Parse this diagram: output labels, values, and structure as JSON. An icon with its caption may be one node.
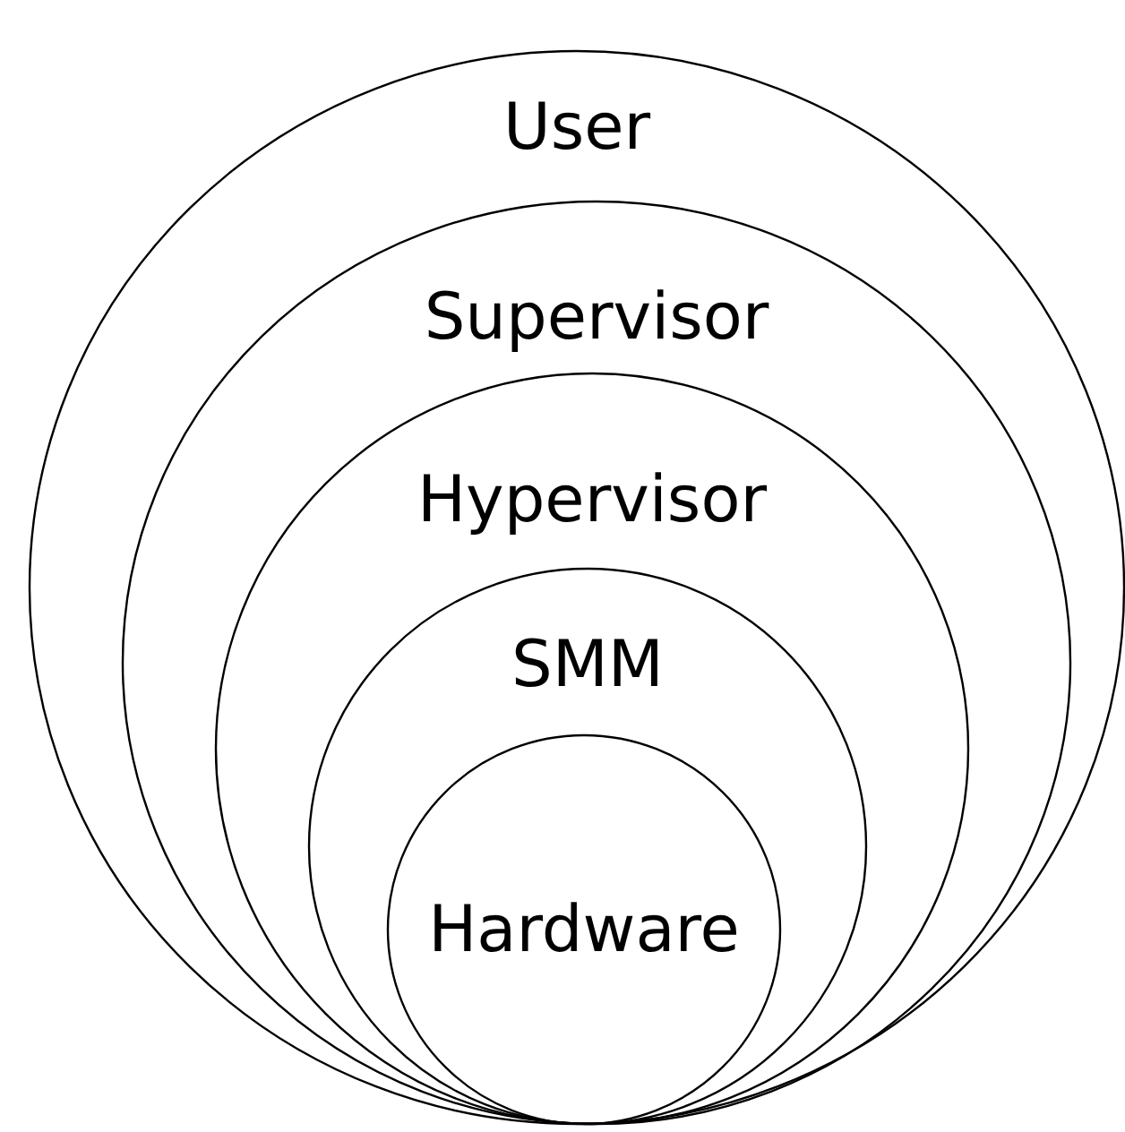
{
  "diagram": {
    "nodes": [
      {
        "text": [
          "User"
        ]
      },
      {
        "text": [
          "Supervisor"
        ],
        "in": 0
      },
      {
        "text": [
          "Hypervisor"
        ],
        "in": 1
      },
      {
        "text": [
          "SMM"
        ],
        "in": 2
      },
      {
        "text": [
          "Hardware"
        ],
        "in": 3
      }
    ]
  }
}
